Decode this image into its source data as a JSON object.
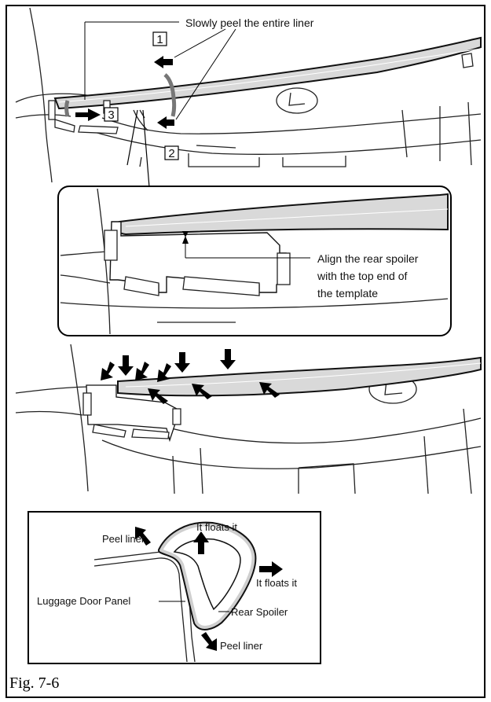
{
  "figure": {
    "caption": "Fig. 7-6",
    "panel1": {
      "instruction": "Slowly peel the entire liner",
      "step1": "1",
      "step2": "2",
      "step3": "3"
    },
    "panel2": {
      "note_line1": "Align the rear spoiler",
      "note_line2": "with the top end of",
      "note_line3": "the template"
    },
    "panel4": {
      "peel_liner_top": "Peel liner",
      "floats_top": "It floats it",
      "floats_right": "It floats it",
      "luggage_door_panel": "Luggage Door Panel",
      "rear_spoiler": "Rear Spoiler",
      "peel_liner_bottom": "Peel liner"
    }
  }
}
